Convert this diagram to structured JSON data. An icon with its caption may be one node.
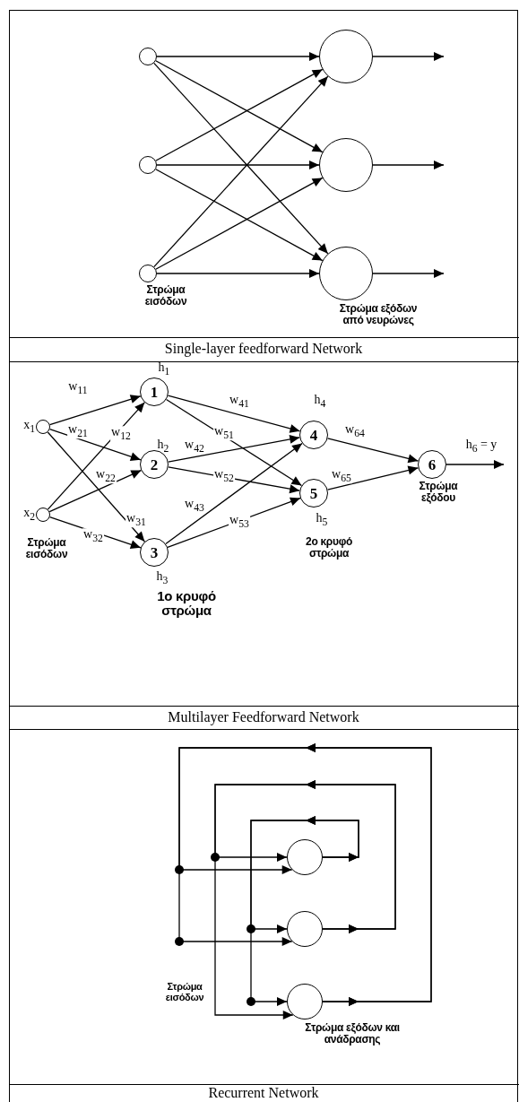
{
  "diagram": {
    "nodes": [
      {
        "text": [],
        "shape": "circle"
      },
      {
        "text": [],
        "shape": "circle"
      },
      {
        "text": [],
        "shape": "circle"
      },
      {
        "text": [],
        "shape": "circle"
      },
      {
        "text": [],
        "shape": "circle"
      },
      {
        "text": [],
        "shape": "circle"
      },
      {
        "text": [
          "x$_{1}$"
        ]
      },
      {
        "text": [
          "x$_{2}$"
        ]
      },
      {
        "text": [
          "1"
        ],
        "beside": [
          "h$_{1}$"
        ]
      },
      {
        "text": [
          "2"
        ],
        "beside": [
          "h$_{2}$"
        ]
      },
      {
        "text": [
          "3"
        ],
        "beside": [
          "h$_{3}$"
        ]
      },
      {
        "text": [
          "4"
        ],
        "beside": [
          "h$_{4}$"
        ]
      },
      {
        "text": [
          "5"
        ],
        "beside": [
          "h$_{5}$"
        ]
      },
      {
        "text": [
          "6"
        ],
        "beside": [
          "h$_{6}$ = y",
          "Στρώμα εξόδου"
        ]
      },
      {
        "text": [],
        "shape": "circle"
      },
      {
        "text": [],
        "shape": "circle"
      },
      {
        "text": [],
        "shape": "circle"
      }
    ],
    "edges": [
      {
        "from": 0,
        "to": 3,
        "arrow": "to"
      },
      {
        "from": 0,
        "to": 4,
        "arrow": "to"
      },
      {
        "from": 0,
        "to": 5,
        "arrow": "to"
      },
      {
        "from": 1,
        "to": 3,
        "arrow": "to"
      },
      {
        "from": 1,
        "to": 4,
        "arrow": "to"
      },
      {
        "from": 1,
        "to": 5,
        "arrow": "to"
      },
      {
        "from": 2,
        "to": 3,
        "arrow": "to"
      },
      {
        "from": 2,
        "to": 4,
        "arrow": "to"
      },
      {
        "from": 2,
        "to": 5,
        "arrow": "to"
      },
      {
        "from": 3,
        "to": null,
        "arrow": "to"
      },
      {
        "from": 4,
        "to": null,
        "arrow": "to"
      },
      {
        "from": 5,
        "to": null,
        "arrow": "to"
      },
      {
        "from": 6,
        "to": 8,
        "label": "w$_{11}$",
        "arrow": "to"
      },
      {
        "from": 6,
        "to": 9,
        "label": "w$_{21}$",
        "arrow": "to"
      },
      {
        "from": 6,
        "to": 10,
        "label": "w$_{31}$",
        "arrow": "to"
      },
      {
        "from": 7,
        "to": 8,
        "label": "w$_{12}$",
        "arrow": "to"
      },
      {
        "from": 7,
        "to": 9,
        "label": "w$_{22}$",
        "arrow": "to"
      },
      {
        "from": 7,
        "to": 10,
        "label": "w$_{32}$",
        "arrow": "to"
      },
      {
        "from": 8,
        "to": 11,
        "label": "w$_{41}$",
        "arrow": "to"
      },
      {
        "from": 8,
        "to": 12,
        "label": "w$_{51}$",
        "arrow": "to"
      },
      {
        "from": 9,
        "to": 11,
        "label": "w$_{42}$",
        "arrow": "to"
      },
      {
        "from": 9,
        "to": 12,
        "label": "w$_{52}$",
        "arrow": "to"
      },
      {
        "from": 10,
        "to": 11,
        "label": "w$_{43}$",
        "arrow": "to"
      },
      {
        "from": 10,
        "to": 12,
        "label": "w$_{53}$",
        "arrow": "to"
      },
      {
        "from": 11,
        "to": 13,
        "label": "w$_{64}$",
        "arrow": "to"
      },
      {
        "from": 12,
        "to": 13,
        "label": "w$_{65}$",
        "arrow": "to"
      },
      {
        "from": 13,
        "to": null,
        "arrow": "to"
      },
      {
        "from": 16,
        "to": 14,
        "arrow": "to"
      },
      {
        "from": 16,
        "to": 15,
        "arrow": "to"
      },
      {
        "from": 15,
        "to": 14,
        "arrow": "to"
      },
      {
        "from": 15,
        "to": 16,
        "arrow": "to"
      },
      {
        "from": 14,
        "to": 15,
        "arrow": "to"
      },
      {
        "from": 14,
        "to": 16,
        "arrow": "to"
      }
    ],
    "labels": [
      "Στρώμα εισόδων",
      "Στρώμα εξόδων από νευρώνες",
      "Single-layer feedforward Network",
      "Στρώμα εισόδων",
      "2ο κρυφό στρώμα",
      "1ο κρυφό στρώμα",
      "Multilayer Feedforward Network",
      "Στρώμα εισόδων",
      "Στρώμα εξόδων και ανάδρασης",
      "Recurrent Network"
    ]
  }
}
